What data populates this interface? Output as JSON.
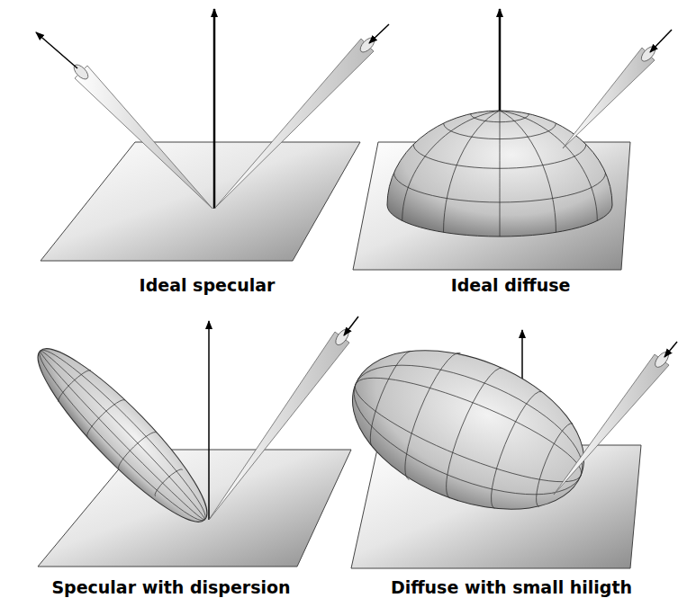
{
  "diagram": {
    "labels": [
      "Ideal specular",
      "Ideal diffuse",
      "Specular with dispersion",
      "Diffuse with small hiligth"
    ]
  }
}
